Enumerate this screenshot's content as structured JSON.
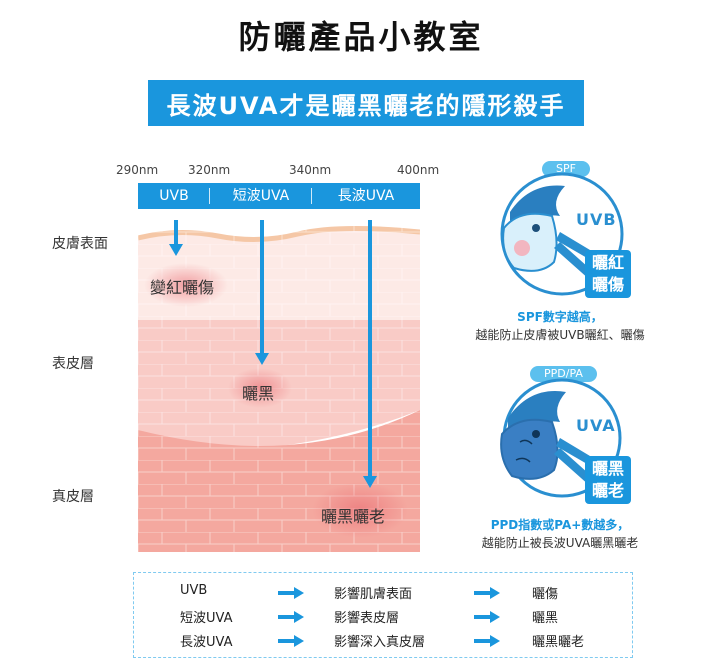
{
  "title": "防曬產品小教室",
  "banner": "長波UVA才是曬黑曬老的隱形殺手",
  "wavelengths": [
    "290nm",
    "320nm",
    "340nm",
    "400nm"
  ],
  "wave_bar": [
    "UVB",
    "短波UVA",
    "長波UVA"
  ],
  "layers": [
    "皮膚表面",
    "表皮層",
    "真皮層"
  ],
  "effects": {
    "uvb": "變紅曬傷",
    "short_uva": "曬黑",
    "long_uva": "曬黑曬老"
  },
  "spf_panel": {
    "badge": "SPF",
    "ray": "UVB",
    "bubble": [
      "曬紅",
      "曬傷"
    ],
    "caption_line1": "SPF數字越高，",
    "caption_line2": "越能防止皮膚被UVB曬紅、曬傷"
  },
  "ppd_panel": {
    "badge": "PPD/PA",
    "ray": "UVA",
    "bubble": [
      "曬黑",
      "曬老"
    ],
    "caption_line1": "PPD指數或PA+數越多，",
    "caption_line2": "越能防止被長波UVA曬黑曬老"
  },
  "legend": [
    {
      "ray": "UVB",
      "effect": "影響肌膚表面",
      "result": "曬傷"
    },
    {
      "ray": "短波UVA",
      "effect": "影響表皮層",
      "result": "曬黑"
    },
    {
      "ray": "長波UVA",
      "effect": "影響深入真皮層",
      "result": "曬黑曬老"
    }
  ],
  "colors": {
    "accent": "#1a96dd",
    "light_accent": "#5cc0ee",
    "skin_top": "#fde8e4",
    "skin_mid": "#f9c7c3",
    "skin_deep": "#f5a79f"
  }
}
